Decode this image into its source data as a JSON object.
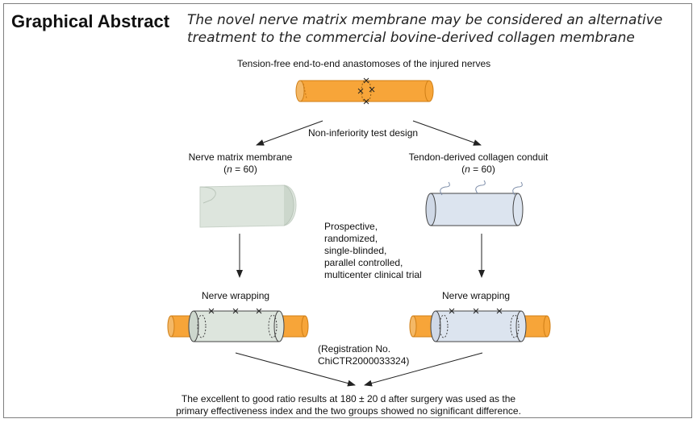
{
  "header": {
    "title": "Graphical Abstract",
    "subtitle_line1": "The novel nerve matrix membrane may be considered an alternative",
    "subtitle_line2": "treatment to the commercial bovine-derived collagen membrane"
  },
  "diagram": {
    "top_label": "Tension-free end-to-end anastomoses of the injured nerves",
    "design_label": "Non-inferiority test design",
    "left_group": {
      "name": "Nerve matrix membrane",
      "n_prefix": "(",
      "n_var": "n",
      "n_suffix": " = 60)"
    },
    "right_group": {
      "name": "Tendon-derived collagen conduit",
      "n_prefix": "(",
      "n_var": "n",
      "n_suffix": " = 60)"
    },
    "trial_lines": [
      "Prospective,",
      "randomized,",
      "single-blinded,",
      "parallel controlled,",
      "multicenter clinical trial"
    ],
    "wrap_left": "Nerve wrapping",
    "wrap_right": "Nerve wrapping",
    "registration_line1": "(Registration No.",
    "registration_line2": "ChiCTR2000033324)",
    "result_line1": "The excellent to good ratio results at 180 ± 20 d after surgery was used as the",
    "result_line2": "primary effectiveness index and the two groups showed no significant difference.",
    "colors": {
      "nerve": "#f7a539",
      "nerve_stroke": "#d07f16",
      "membrane": "#dde5dd",
      "conduit": "#dce4ef",
      "line": "#222222"
    }
  }
}
